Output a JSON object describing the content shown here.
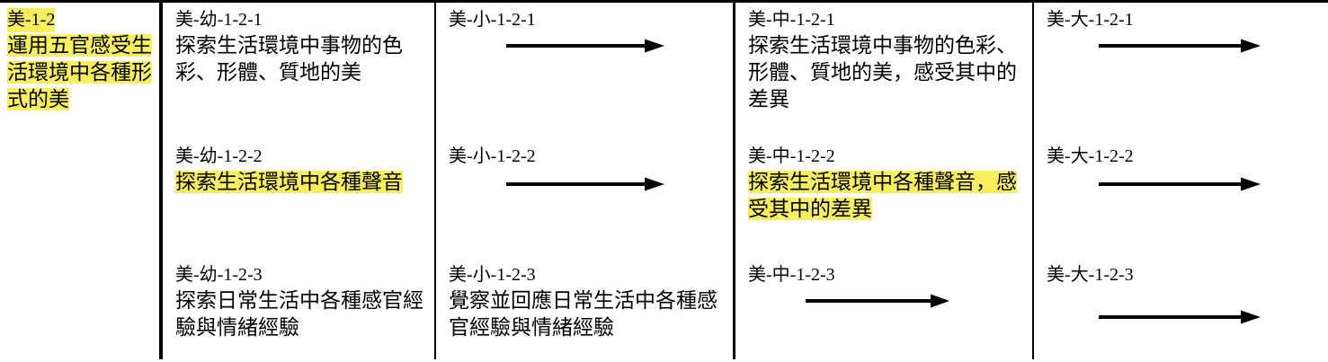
{
  "document": {
    "type": "curriculum-alignment-table",
    "highlight_color": "#f9ef5c",
    "text_color": "#000000",
    "background_color": "#ffffff"
  },
  "columns": [
    {
      "id": "core",
      "name": "core-indicator"
    },
    {
      "id": "preschool",
      "name": "preschool-stage"
    },
    {
      "id": "elementary",
      "name": "elementary-stage"
    },
    {
      "id": "junior-high",
      "name": "junior-high-stage"
    },
    {
      "id": "senior-high",
      "name": "senior-high-stage"
    }
  ],
  "cells": {
    "r1c1": {
      "code": "美-1-2",
      "code_highlight": true,
      "desc": "運用五官感受生活環境中各種形式的美",
      "desc_highlight": true,
      "arrow": false
    },
    "r1c2": {
      "code": "美-幼-1-2-1",
      "code_highlight": false,
      "desc": "探索生活環境中事物的色彩、形體、質地的美",
      "desc_highlight": false,
      "arrow": false
    },
    "r1c3": {
      "code": "美-小-1-2-1",
      "code_highlight": false,
      "desc": "",
      "desc_highlight": false,
      "arrow": true
    },
    "r1c4": {
      "code": "美-中-1-2-1",
      "code_highlight": false,
      "desc": "探索生活環境中事物的色彩、形體、質地的美，感受其中的差異",
      "desc_highlight": false,
      "arrow": false
    },
    "r1c5": {
      "code": "美-大-1-2-1",
      "code_highlight": false,
      "desc": "",
      "desc_highlight": false,
      "arrow": true
    },
    "r2c1": {
      "code": "",
      "code_highlight": false,
      "desc": "",
      "desc_highlight": false,
      "arrow": false
    },
    "r2c2": {
      "code": "美-幼-1-2-2",
      "code_highlight": false,
      "desc": "探索生活環境中各種聲音",
      "desc_highlight": true,
      "arrow": false
    },
    "r2c3": {
      "code": "美-小-1-2-2",
      "code_highlight": false,
      "desc": "",
      "desc_highlight": false,
      "arrow": true
    },
    "r2c4": {
      "code": "美-中-1-2-2",
      "code_highlight": false,
      "desc": "探索生活環境中各種聲音，感受其中的差異",
      "desc_highlight": true,
      "arrow": false
    },
    "r2c5": {
      "code": "美-大-1-2-2",
      "code_highlight": false,
      "desc": "",
      "desc_highlight": false,
      "arrow": true
    },
    "r3c1": {
      "code": "",
      "code_highlight": false,
      "desc": "",
      "desc_highlight": false,
      "arrow": false
    },
    "r3c2": {
      "code": "美-幼-1-2-3",
      "code_highlight": false,
      "desc": "探索日常生活中各種感官經驗與情緒經驗",
      "desc_highlight": false,
      "arrow": false
    },
    "r3c3": {
      "code": "美-小-1-2-3",
      "code_highlight": false,
      "desc": "覺察並回應日常生活中各種感官經驗與情緒經驗",
      "desc_highlight": false,
      "arrow": false
    },
    "r3c4": {
      "code": "美-中-1-2-3",
      "code_highlight": false,
      "desc": "",
      "desc_highlight": false,
      "arrow": true
    },
    "r3c5": {
      "code": "美-大-1-2-3",
      "code_highlight": false,
      "desc": "",
      "desc_highlight": false,
      "arrow": true
    }
  },
  "icons": {
    "arrow": "right-arrow-icon"
  }
}
